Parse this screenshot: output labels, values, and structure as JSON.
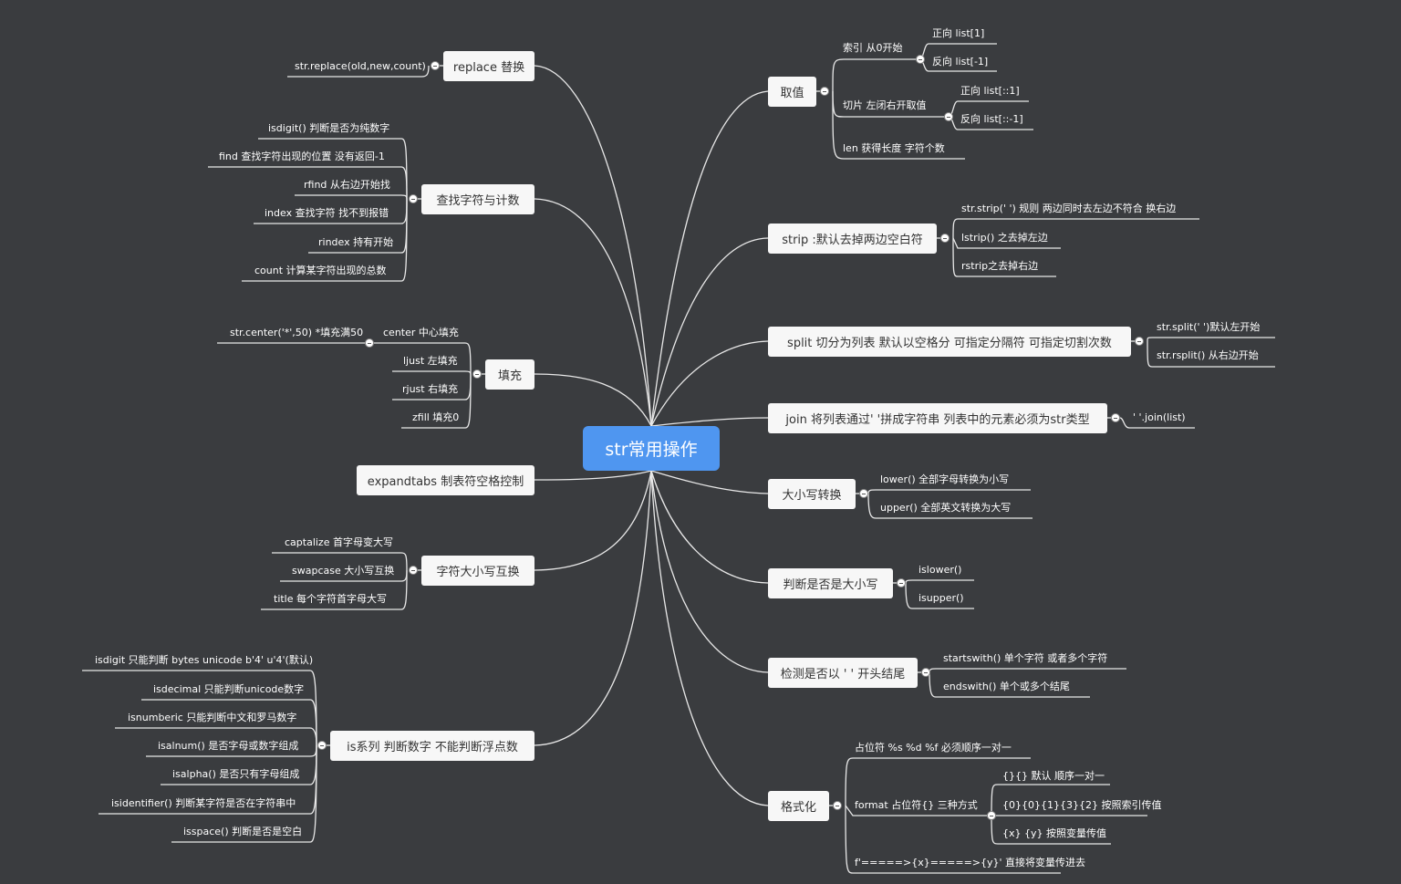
{
  "central": "str常用操作",
  "right": {
    "quzhi": {
      "label": "取值",
      "suoyin": "索引 从0开始",
      "zheng": "正向 list[1]",
      "fan": "反向 list[-1]",
      "qiepian": "切片 左闭右开取值",
      "zheng2": "正向 list[::1]",
      "fan2": "反向 list[::-1]",
      "len": "len 获得长度 字符个数"
    },
    "strip": {
      "label": "strip :默认去掉两边空白符",
      "c1": "str.strip(' ') 规则 两边同时去左边不符合 换右边",
      "c2": "lstrip() 之去掉左边",
      "c3": "rstrip之去掉右边"
    },
    "split": {
      "label": "split 切分为列表 默认以空格分 可指定分隔符 可指定切割次数",
      "c1": "str.split(' ')默认左开始",
      "c2": "str.rsplit() 从右边开始"
    },
    "join": {
      "label": "join 将列表通过' '拼成字符串 列表中的元素必须为str类型",
      "c1": "' '.join(list)"
    },
    "case": {
      "label": "大小写转换",
      "c1": "lower() 全部字母转换为小写",
      "c2": "upper() 全部英文转换为大写"
    },
    "judge": {
      "label": "判断是否是大小写",
      "c1": "islower()",
      "c2": "isupper()"
    },
    "detect": {
      "label": "检测是否以 ' ' 开头结尾",
      "c1": "startswith() 单个字符 或者多个字符",
      "c2": "endswith() 单个或多个结尾"
    },
    "format": {
      "label": "格式化",
      "c1": "占位符 %s %d %f 必须顺序一对一",
      "c2": "format 占位符{} 三种方式",
      "c2a": "{}{} 默认 顺序一对一",
      "c2b": "{0}{0}{1}{3}{2} 按照索引传值",
      "c2c": "{x} {y} 按照变量传值",
      "c3": "f'=====>{x}=====>{y}' 直接将变量传进去"
    }
  },
  "left": {
    "replace": {
      "label": "replace 替换",
      "c1": "str.replace(old,new,count)"
    },
    "find": {
      "label": "查找字符与计数",
      "c1": "isdigit() 判断是否为纯数字",
      "c2": "find 查找字符出现的位置 没有返回-1",
      "c3": "rfind 从右边开始找",
      "c4": "index 查找字符 找不到报错",
      "c5": "rindex 持有开始",
      "c6": "count 计算某字符出现的总数"
    },
    "fill": {
      "label": "填充",
      "c1": "center 中心填充",
      "c1a": "str.center('*',50) *填充满50",
      "c2": "ljust 左填充",
      "c3": "rjust 右填充",
      "c4": "zfill 填充0"
    },
    "expand": {
      "label": "expandtabs 制表符空格控制"
    },
    "swap": {
      "label": "字符大小写互换",
      "c1": "captalize 首字母变大写",
      "c2": "swapcase 大小写互换",
      "c3": "title 每个字符首字母大写"
    },
    "is": {
      "label": "is系列 判断数字 不能判断浮点数",
      "c1": "isdigit 只能判断 bytes unicode b'4' u'4'(默认)",
      "c2": "isdecimal 只能判断unicode数字",
      "c3": "isnumberic 只能判断中文和罗马数字",
      "c4": "isalnum() 是否字母或数字组成",
      "c5": "isalpha() 是否只有字母组成",
      "c6": "isidentifier() 判断某字符是否在字符串中",
      "c7": "isspace() 判断是否是空白"
    }
  }
}
